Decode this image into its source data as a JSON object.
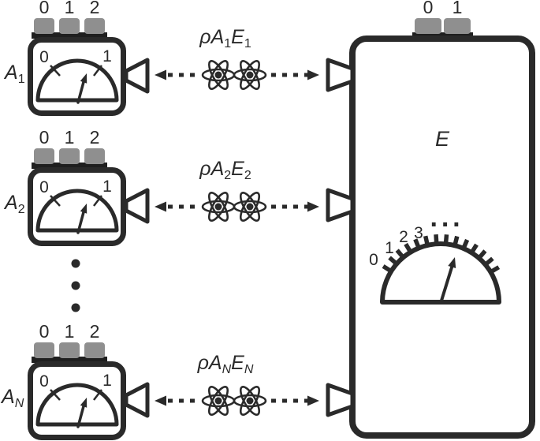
{
  "palette": {
    "ink": "#2a2a2a",
    "button_gray": "#8f8f8f",
    "button_base": "#1f1f1f",
    "background": "#ffffff"
  },
  "analyzers": [
    {
      "name": "A",
      "subscript": "1",
      "setting_buttons": [
        "0",
        "1",
        "2"
      ],
      "dial_labels": [
        "0",
        "1"
      ]
    },
    {
      "name": "A",
      "subscript": "2",
      "setting_buttons": [
        "0",
        "1",
        "2"
      ],
      "dial_labels": [
        "0",
        "1"
      ]
    },
    {
      "name": "A",
      "subscript": "N",
      "setting_buttons": [
        "0",
        "1",
        "2"
      ],
      "dial_labels": [
        "0",
        "1"
      ]
    }
  ],
  "shared_states": [
    {
      "rho": "ρ",
      "system_a": "A",
      "system_a_sub": "1",
      "system_e": "E",
      "system_e_sub": "1"
    },
    {
      "rho": "ρ",
      "system_a": "A",
      "system_a_sub": "2",
      "system_e": "E",
      "system_e_sub": "2"
    },
    {
      "rho": "ρ",
      "system_a": "A",
      "system_a_sub": "N",
      "system_e": "E",
      "system_e_sub": "N"
    }
  ],
  "environment": {
    "name": "E",
    "setting_buttons": [
      "0",
      "1"
    ],
    "dial_labels": [
      "0",
      "1",
      "2",
      "3",
      "···"
    ]
  }
}
